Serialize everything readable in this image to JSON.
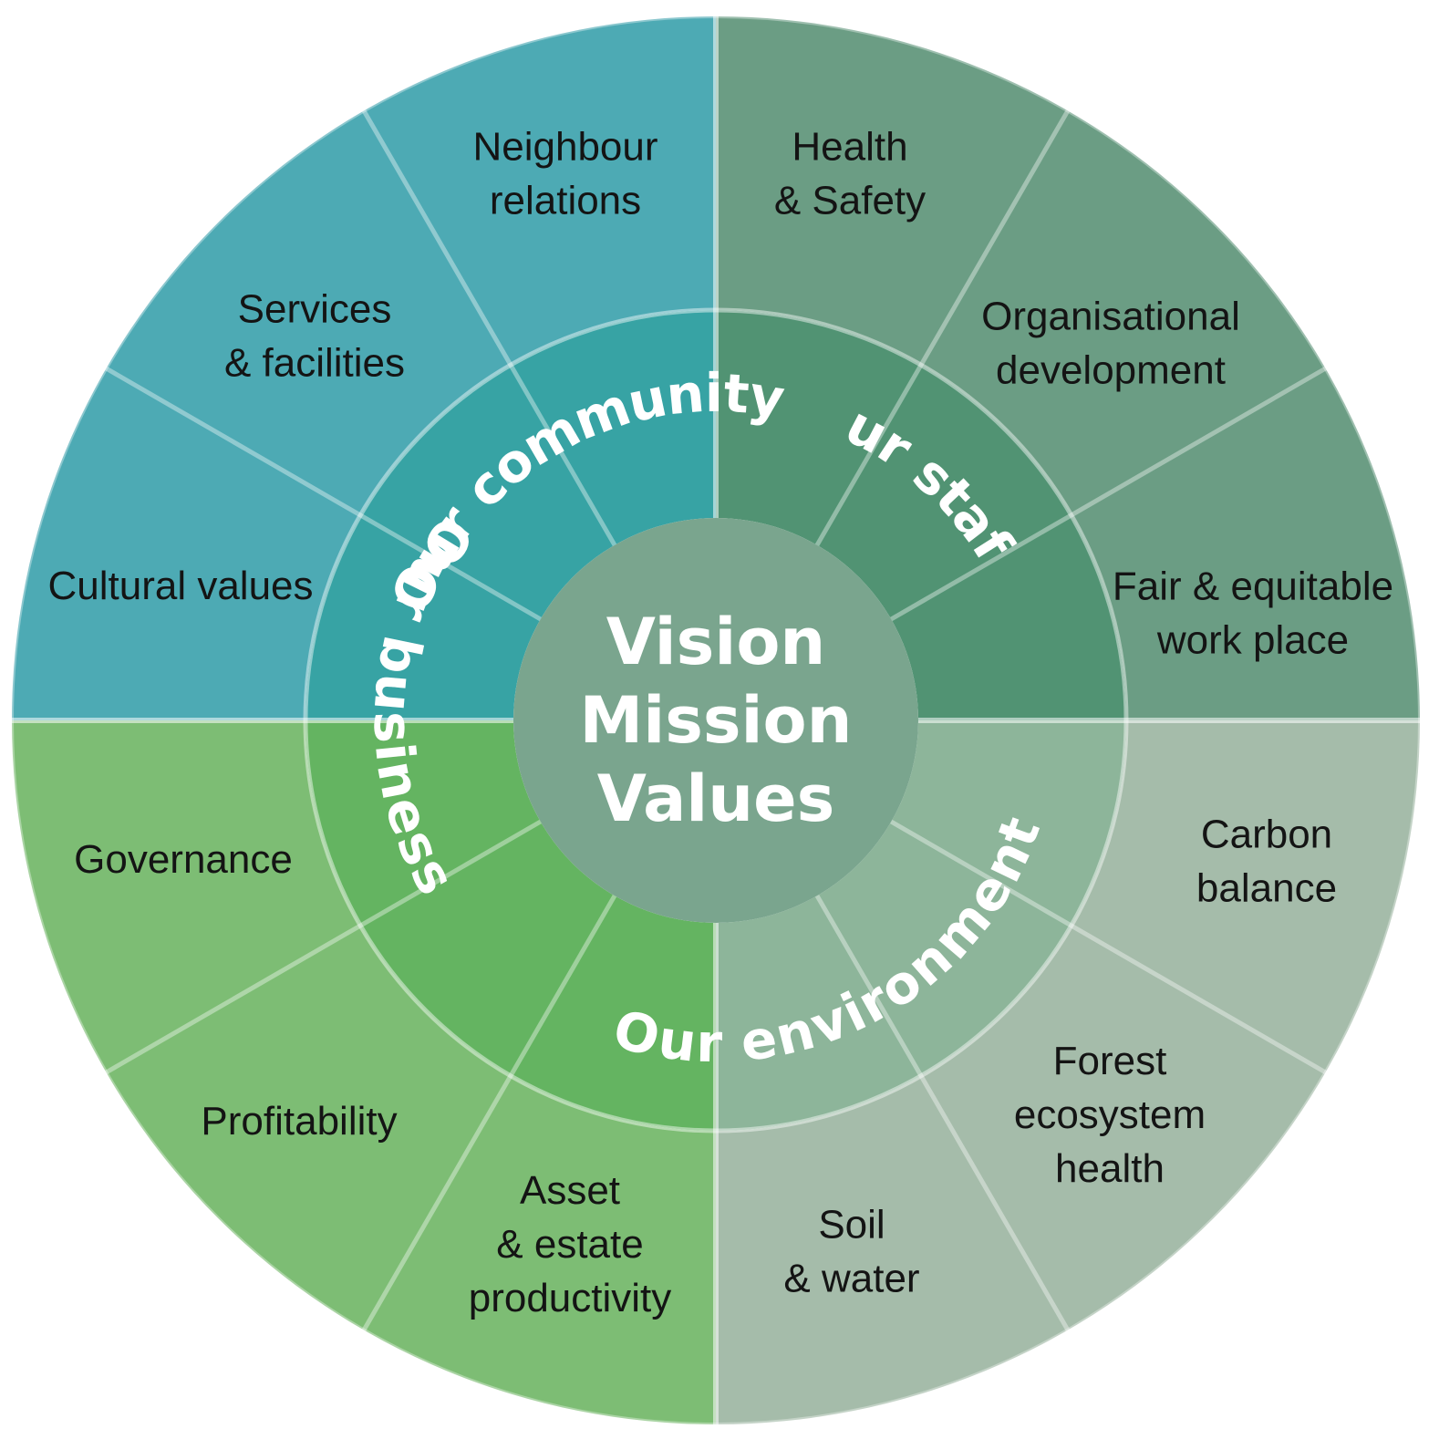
{
  "center": {
    "lines": [
      "Vision",
      "Mission",
      "Values"
    ],
    "color": "#7aa58e"
  },
  "pillars": [
    {
      "key": "community",
      "title": "Our community",
      "outer_color": "#4daab4",
      "inner_color": "#37a3a4",
      "segments": [
        {
          "lines": [
            "Neighbour",
            "relations"
          ]
        },
        {
          "lines": [
            "Services",
            "& facilities"
          ]
        },
        {
          "lines": [
            "Cultural values"
          ]
        }
      ]
    },
    {
      "key": "staff",
      "title": "Our staff",
      "outer_color": "#6b9d84",
      "inner_color": "#519373",
      "segments": [
        {
          "lines": [
            "Health",
            "& Safety"
          ]
        },
        {
          "lines": [
            "Organisational",
            "development"
          ]
        },
        {
          "lines": [
            "Fair & equitable",
            "work place"
          ]
        }
      ]
    },
    {
      "key": "environment",
      "title": "Our environment",
      "outer_color": "#a5bcaa",
      "inner_color": "#8db59a",
      "segments": [
        {
          "lines": [
            "Carbon",
            "balance"
          ]
        },
        {
          "lines": [
            "Forest",
            "ecosystem",
            "health"
          ]
        },
        {
          "lines": [
            "Soil",
            "& water"
          ]
        }
      ]
    },
    {
      "key": "business",
      "title": "Our business",
      "outer_color": "#7dbd74",
      "inner_color": "#64b461",
      "segments": [
        {
          "lines": [
            "Asset",
            "& estate",
            "productivity"
          ]
        },
        {
          "lines": [
            "Profitability"
          ]
        },
        {
          "lines": [
            "Governance"
          ]
        }
      ]
    }
  ]
}
